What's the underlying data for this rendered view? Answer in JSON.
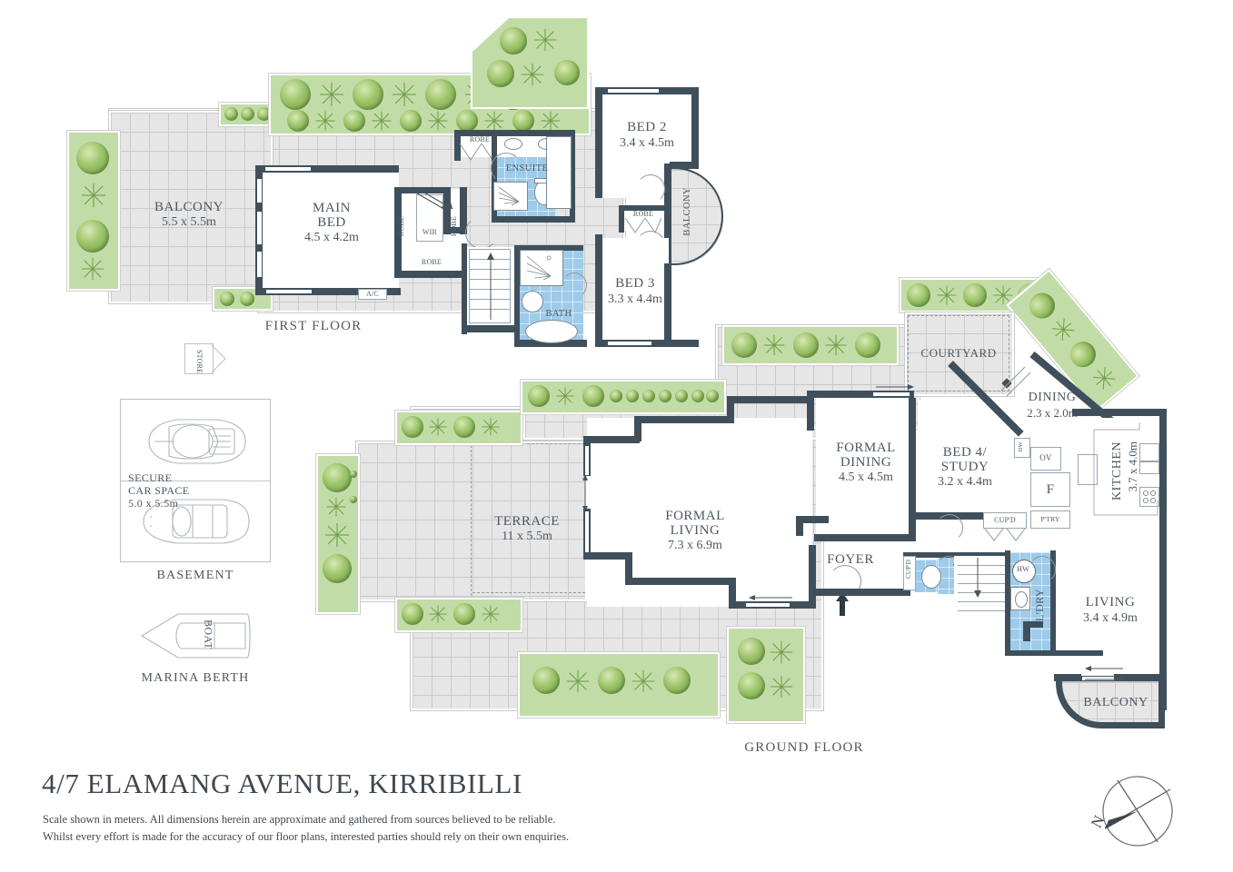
{
  "title": "4/7 ELAMANG AVENUE, KIRRIBILLI",
  "disclaimer_line1": "Scale shown in meters. All dimensions herein are approximate and gathered from sources believed to be reliable.",
  "disclaimer_line2": "Whilst every effort is made for the accuracy of our floor plans, interested parties should rely on their own enquiries.",
  "colors": {
    "wall": "#3f505c",
    "garden": "#c2dca8",
    "wet_area": "#9ecbea",
    "paving": "#e6e6e6",
    "text": "#4d5862"
  },
  "floor_labels": {
    "first": "FIRST FLOOR",
    "ground": "GROUND FLOOR",
    "basement": "BASEMENT",
    "marina": "MARINA BERTH"
  },
  "compass": {
    "north_label": "N"
  },
  "first_floor": {
    "rooms": [
      {
        "name": "BALCONY",
        "dim": "5.5 x 5.5m"
      },
      {
        "name": "MAIN\nBED",
        "name_l1": "MAIN",
        "name_l2": "BED",
        "dim": "4.5 x 4.2m"
      },
      {
        "name": "BED 2",
        "dim": "3.4 x 4.5m"
      },
      {
        "name": "BED 3",
        "dim": "3.3 x 4.4m"
      },
      {
        "name": "BALCONY",
        "dim": ""
      }
    ],
    "small_labels": [
      "ROBE",
      "ROBE",
      "ROBE",
      "ROBE",
      "ROBE",
      "WIR",
      "ENSUITE",
      "BATH",
      "A/C",
      "BALCONY",
      "STORE"
    ],
    "robe_1": "ROBE",
    "robe_2": "ROBE",
    "robe_3": "ROBE",
    "robe_4": "ROBE",
    "robe_5": "ROBE",
    "wir": "WIR",
    "ensuite": "ENSUITE",
    "bath": "BATH",
    "ac": "A/C",
    "balcony_small": "BALCONY",
    "store": "STORE"
  },
  "ground_floor": {
    "rooms": [
      {
        "name": "TERRACE",
        "dim": "11 x 5.5m"
      },
      {
        "name_l1": "FORMAL",
        "name_l2": "LIVING",
        "dim": "7.3 x 6.9m"
      },
      {
        "name_l1": "FORMAL",
        "name_l2": "DINING",
        "dim": "4.5 x 4.5m"
      },
      {
        "name_l1": "BED 4/",
        "name_l2": "STUDY",
        "dim": "3.2 x 4.4m"
      },
      {
        "name": "DINING",
        "dim": "2.3 x 2.0m"
      },
      {
        "name": "KITCHEN",
        "dim": "3.7 x 4.0m"
      },
      {
        "name": "LIVING",
        "dim": "3.4 x 4.9m"
      },
      {
        "name": "COURTYARD",
        "dim": ""
      },
      {
        "name": "FOYER",
        "dim": ""
      },
      {
        "name": "BALCONY",
        "dim": ""
      }
    ],
    "terrace_name": "TERRACE",
    "terrace_dim": "11 x 5.5m",
    "formal_living_l1": "FORMAL",
    "formal_living_l2": "LIVING",
    "formal_living_dim": "7.3 x 6.9m",
    "formal_dining_l1": "FORMAL",
    "formal_dining_l2": "DINING",
    "formal_dining_dim": "4.5 x 4.5m",
    "bed4_l1": "BED 4/",
    "bed4_l2": "STUDY",
    "bed4_dim": "3.2 x 4.4m",
    "dining_name": "DINING",
    "dining_dim": "2.3 x 2.0m",
    "kitchen_name": "KITCHEN",
    "kitchen_dim": "3.7 x 4.0m",
    "living_name": "LIVING",
    "living_dim": "3.4 x 4.9m",
    "courtyard": "COURTYARD",
    "foyer": "FOYER",
    "balcony": "BALCONY",
    "small_labels": {
      "wc": "WC",
      "cupd_1": "CUP'D",
      "cupd_2": "CUP'D",
      "pantry": "P'TRY",
      "oven": "OV",
      "fridge": "F",
      "dw": "DW",
      "hw": "HW",
      "laundry": "L'DRY"
    }
  },
  "basement": {
    "label": "BASEMENT",
    "space_l1": "SECURE",
    "space_l2": "CAR SPACE",
    "space_dim": "5.0 x 5.5m",
    "car_count": 2
  },
  "marina": {
    "label": "MARINA BERTH",
    "boat": "BOAT"
  }
}
